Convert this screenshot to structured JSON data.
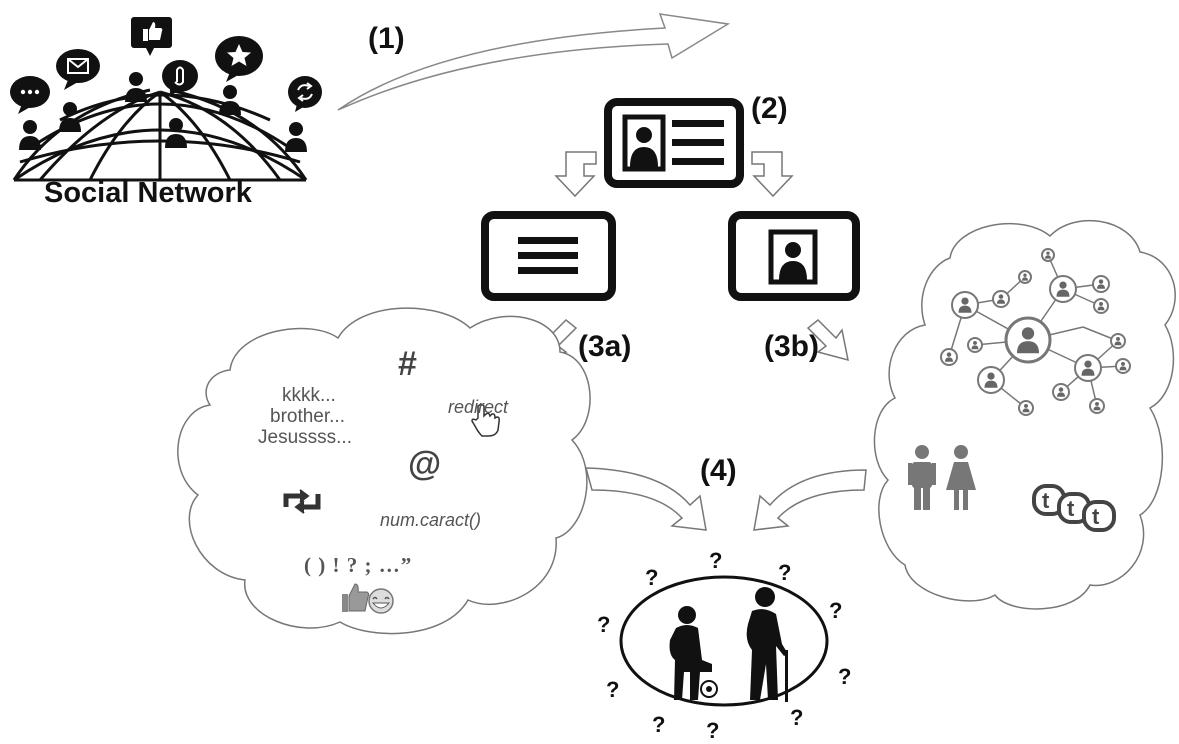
{
  "social_network": {
    "title": "Social Network",
    "icons": [
      "chat-bubble-icon",
      "envelope-icon",
      "thumbs-up-icon",
      "paperclip-icon",
      "star-icon",
      "refresh-icon",
      "globe-icon",
      "person-icon"
    ]
  },
  "steps": {
    "s1": "(1)",
    "s2": "(2)",
    "s3a": "(3a)",
    "s3b": "(3b)",
    "s4": "(4)"
  },
  "text_cloud": {
    "lines": [
      "kkkk...",
      "brother...",
      "Jesussss..."
    ],
    "hashtag": "#",
    "at": "@",
    "redirect": "redirect",
    "function": "num.caract()",
    "punctuation": "( ) ! ? ; …”"
  },
  "result": {
    "question_mark": "?"
  },
  "colors": {
    "ink": "#111111",
    "grey_text": "#555555",
    "node_fill": "#666666",
    "line": "#888888"
  }
}
